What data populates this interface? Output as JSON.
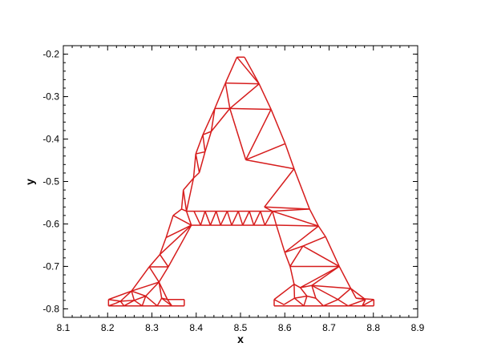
{
  "chart_data": {
    "type": "mesh",
    "xlabel": "x",
    "ylabel": "y",
    "xlim": [
      8.1,
      8.9
    ],
    "ylim": [
      -0.82,
      -0.18
    ],
    "xticks": [
      8.1,
      8.2,
      8.3,
      8.4,
      8.5,
      8.6,
      8.7,
      8.8,
      8.9
    ],
    "xtick_labels": [
      "8.1",
      "8.2",
      "8.3",
      "8.4",
      "8.5",
      "8.6",
      "8.7",
      "8.8",
      "8.9"
    ],
    "yticks": [
      -0.2,
      -0.3,
      -0.4,
      -0.5,
      -0.6,
      -0.7,
      -0.8
    ],
    "ytick_labels": [
      "-0.2",
      "-0.3",
      "-0.4",
      "-0.5",
      "-0.6",
      "-0.7",
      "-0.8"
    ],
    "grid": false,
    "mesh_color": "#d61c1c",
    "points": {
      "A": [
        8.492,
        -0.207
      ],
      "B": [
        8.509,
        -0.207
      ],
      "C": [
        8.466,
        -0.268
      ],
      "D": [
        8.542,
        -0.27
      ],
      "E": [
        8.442,
        -0.328
      ],
      "F": [
        8.476,
        -0.328
      ],
      "G": [
        8.569,
        -0.33
      ],
      "H": [
        8.415,
        -0.39
      ],
      "I": [
        8.434,
        -0.382
      ],
      "J": [
        8.512,
        -0.449
      ],
      "K": [
        8.601,
        -0.411
      ],
      "L": [
        8.399,
        -0.435
      ],
      "M": [
        8.42,
        -0.43
      ],
      "N": [
        8.394,
        -0.492
      ],
      "O": [
        8.407,
        -0.479
      ],
      "P": [
        8.621,
        -0.47
      ],
      "Q": [
        8.371,
        -0.52
      ],
      "R": [
        8.367,
        -0.565
      ],
      "S": [
        8.378,
        -0.57
      ],
      "T": [
        8.554,
        -0.56
      ],
      "U": [
        8.656,
        -0.565
      ],
      "V": [
        8.572,
        -0.57
      ],
      "W": [
        8.348,
        -0.58
      ],
      "X": [
        8.389,
        -0.603
      ],
      "Y": [
        8.581,
        -0.603
      ],
      "Z": [
        8.676,
        -0.605
      ],
      "AA": [
        8.332,
        -0.632
      ],
      "AB": [
        8.692,
        -0.63
      ],
      "AC": [
        8.318,
        -0.672
      ],
      "AD": [
        8.641,
        -0.652
      ],
      "AE": [
        8.294,
        -0.701
      ],
      "AF": [
        8.337,
        -0.701
      ],
      "AG": [
        8.6,
        -0.667
      ],
      "AH": [
        8.612,
        -0.7
      ],
      "AI": [
        8.723,
        -0.7
      ],
      "AJ": [
        8.316,
        -0.737
      ],
      "AK": [
        8.254,
        -0.758
      ],
      "AL": [
        8.621,
        -0.742
      ],
      "AM": [
        8.635,
        -0.75
      ],
      "AN": [
        8.661,
        -0.745
      ],
      "AO": [
        8.749,
        -0.752
      ],
      "AP": [
        8.229,
        -0.782
      ],
      "AQ": [
        8.202,
        -0.778
      ],
      "AR": [
        8.335,
        -0.778
      ],
      "AS": [
        8.373,
        -0.778
      ],
      "AT": [
        8.761,
        -0.775
      ],
      "AU": [
        8.801,
        -0.778
      ],
      "AV": [
        8.576,
        -0.778
      ],
      "AW": [
        8.202,
        -0.793
      ],
      "AX": [
        8.373,
        -0.793
      ],
      "AY": [
        8.576,
        -0.793
      ],
      "AZ": [
        8.801,
        -0.793
      ],
      "BA": [
        8.218,
        -0.787
      ],
      "BB": [
        8.237,
        -0.793
      ],
      "BC": [
        8.278,
        -0.793
      ],
      "BD": [
        8.312,
        -0.793
      ],
      "BE": [
        8.345,
        -0.793
      ],
      "BF": [
        8.26,
        -0.78
      ],
      "BG": [
        8.286,
        -0.77
      ],
      "BH": [
        8.322,
        -0.775
      ],
      "BI": [
        8.598,
        -0.79
      ],
      "BJ": [
        8.622,
        -0.775
      ],
      "BK": [
        8.643,
        -0.793
      ],
      "BL": [
        8.687,
        -0.793
      ],
      "BM": [
        8.72,
        -0.778
      ],
      "BN": [
        8.743,
        -0.793
      ],
      "BO": [
        8.775,
        -0.793
      ],
      "BP": [
        8.782,
        -0.778
      ],
      "BQ": [
        8.65,
        -0.77
      ],
      "BR": [
        8.67,
        -0.775
      ],
      "S1": [
        8.395,
        -0.57
      ],
      "S2": [
        8.42,
        -0.57
      ],
      "S3": [
        8.445,
        -0.57
      ],
      "S4": [
        8.47,
        -0.57
      ],
      "S5": [
        8.495,
        -0.57
      ],
      "S6": [
        8.52,
        -0.57
      ],
      "S7": [
        8.545,
        -0.57
      ],
      "X1": [
        8.41,
        -0.603
      ],
      "X2": [
        8.432,
        -0.603
      ],
      "X3": [
        8.455,
        -0.603
      ],
      "X4": [
        8.48,
        -0.603
      ],
      "X5": [
        8.505,
        -0.603
      ],
      "X6": [
        8.53,
        -0.603
      ],
      "X7": [
        8.555,
        -0.603
      ]
    },
    "edges": [
      [
        "A",
        "B"
      ],
      [
        "A",
        "C"
      ],
      [
        "B",
        "D"
      ],
      [
        "A",
        "D"
      ],
      [
        "C",
        "D"
      ],
      [
        "C",
        "E"
      ],
      [
        "C",
        "F"
      ],
      [
        "D",
        "F"
      ],
      [
        "D",
        "G"
      ],
      [
        "E",
        "F"
      ],
      [
        "F",
        "G"
      ],
      [
        "E",
        "I"
      ],
      [
        "E",
        "H"
      ],
      [
        "I",
        "F"
      ],
      [
        "H",
        "I"
      ],
      [
        "F",
        "J"
      ],
      [
        "G",
        "K"
      ],
      [
        "G",
        "J"
      ],
      [
        "J",
        "K"
      ],
      [
        "H",
        "M"
      ],
      [
        "H",
        "L"
      ],
      [
        "M",
        "I"
      ],
      [
        "L",
        "M"
      ],
      [
        "L",
        "O"
      ],
      [
        "L",
        "N"
      ],
      [
        "O",
        "M"
      ],
      [
        "N",
        "O"
      ],
      [
        "N",
        "S"
      ],
      [
        "N",
        "Q"
      ],
      [
        "Q",
        "S"
      ],
      [
        "Q",
        "R"
      ],
      [
        "K",
        "P"
      ],
      [
        "J",
        "P"
      ],
      [
        "P",
        "T"
      ],
      [
        "P",
        "U"
      ],
      [
        "T",
        "U"
      ],
      [
        "R",
        "S"
      ],
      [
        "R",
        "W"
      ],
      [
        "S",
        "X"
      ],
      [
        "W",
        "X"
      ],
      [
        "S",
        "S1"
      ],
      [
        "S1",
        "S2"
      ],
      [
        "S2",
        "S3"
      ],
      [
        "S3",
        "S4"
      ],
      [
        "S4",
        "S5"
      ],
      [
        "S5",
        "S6"
      ],
      [
        "S6",
        "S7"
      ],
      [
        "S7",
        "V"
      ],
      [
        "V",
        "T"
      ],
      [
        "X",
        "X1"
      ],
      [
        "X1",
        "X2"
      ],
      [
        "X2",
        "X3"
      ],
      [
        "X3",
        "X4"
      ],
      [
        "X4",
        "X5"
      ],
      [
        "X5",
        "X6"
      ],
      [
        "X6",
        "X7"
      ],
      [
        "X7",
        "Y"
      ],
      [
        "S1",
        "X1"
      ],
      [
        "X1",
        "S2"
      ],
      [
        "S2",
        "X2"
      ],
      [
        "X2",
        "S3"
      ],
      [
        "S3",
        "X3"
      ],
      [
        "X3",
        "S4"
      ],
      [
        "S4",
        "X4"
      ],
      [
        "X4",
        "S5"
      ],
      [
        "S5",
        "X5"
      ],
      [
        "X5",
        "S6"
      ],
      [
        "S6",
        "X6"
      ],
      [
        "X6",
        "S7"
      ],
      [
        "S7",
        "X7"
      ],
      [
        "X7",
        "V"
      ],
      [
        "V",
        "Y"
      ],
      [
        "V",
        "U"
      ],
      [
        "U",
        "Z"
      ],
      [
        "Y",
        "Z"
      ],
      [
        "V",
        "Z"
      ],
      [
        "W",
        "AA"
      ],
      [
        "X",
        "AA"
      ],
      [
        "AA",
        "AC"
      ],
      [
        "X",
        "AC"
      ],
      [
        "AC",
        "AE"
      ],
      [
        "X",
        "AF"
      ],
      [
        "AC",
        "AF"
      ],
      [
        "AE",
        "AF"
      ],
      [
        "AF",
        "AJ"
      ],
      [
        "AE",
        "AJ"
      ],
      [
        "AE",
        "AK"
      ],
      [
        "AJ",
        "AK"
      ],
      [
        "Z",
        "AB"
      ],
      [
        "Y",
        "AG"
      ],
      [
        "Z",
        "AG"
      ],
      [
        "AB",
        "AD"
      ],
      [
        "AG",
        "AD"
      ],
      [
        "AB",
        "AI"
      ],
      [
        "AD",
        "AH"
      ],
      [
        "AG",
        "AH"
      ],
      [
        "AH",
        "AI"
      ],
      [
        "AD",
        "AI"
      ],
      [
        "AH",
        "AL"
      ],
      [
        "AL",
        "AM"
      ],
      [
        "AM",
        "AI"
      ],
      [
        "AI",
        "AO"
      ],
      [
        "AM",
        "AN"
      ],
      [
        "AN",
        "AO"
      ],
      [
        "AN",
        "AI"
      ],
      [
        "AK",
        "AP"
      ],
      [
        "AK",
        "AQ"
      ],
      [
        "AQ",
        "AP"
      ],
      [
        "AQ",
        "AW"
      ],
      [
        "AW",
        "AX"
      ],
      [
        "AX",
        "AS"
      ],
      [
        "AS",
        "AR"
      ],
      [
        "AR",
        "AJ"
      ],
      [
        "AJ",
        "BH"
      ],
      [
        "AR",
        "BH"
      ],
      [
        "BH",
        "BD"
      ],
      [
        "BH",
        "BE"
      ],
      [
        "AR",
        "BE"
      ],
      [
        "AJ",
        "BG"
      ],
      [
        "BG",
        "BD"
      ],
      [
        "BG",
        "BC"
      ],
      [
        "AK",
        "BG"
      ],
      [
        "AK",
        "BF"
      ],
      [
        "BF",
        "BC"
      ],
      [
        "BF",
        "BB"
      ],
      [
        "AP",
        "BB"
      ],
      [
        "AP",
        "BA"
      ],
      [
        "BA",
        "AW"
      ],
      [
        "AP",
        "BF"
      ],
      [
        "BG",
        "BF"
      ],
      [
        "AL",
        "AV"
      ],
      [
        "AV",
        "AY"
      ],
      [
        "AY",
        "AZ"
      ],
      [
        "AZ",
        "AU"
      ],
      [
        "AU",
        "AT"
      ],
      [
        "AT",
        "AO"
      ],
      [
        "AL",
        "BJ"
      ],
      [
        "BJ",
        "BI"
      ],
      [
        "AV",
        "BI"
      ],
      [
        "BJ",
        "BK"
      ],
      [
        "BJ",
        "BQ"
      ],
      [
        "AM",
        "BQ"
      ],
      [
        "BQ",
        "BK"
      ],
      [
        "BQ",
        "BR"
      ],
      [
        "BR",
        "BL"
      ],
      [
        "AN",
        "BR"
      ],
      [
        "AN",
        "BM"
      ],
      [
        "BM",
        "BL"
      ],
      [
        "BM",
        "BN"
      ],
      [
        "AO",
        "BM"
      ],
      [
        "AO",
        "BP"
      ],
      [
        "BP",
        "BN"
      ],
      [
        "BP",
        "BO"
      ],
      [
        "AT",
        "BP"
      ],
      [
        "AU",
        "BO"
      ]
    ]
  }
}
